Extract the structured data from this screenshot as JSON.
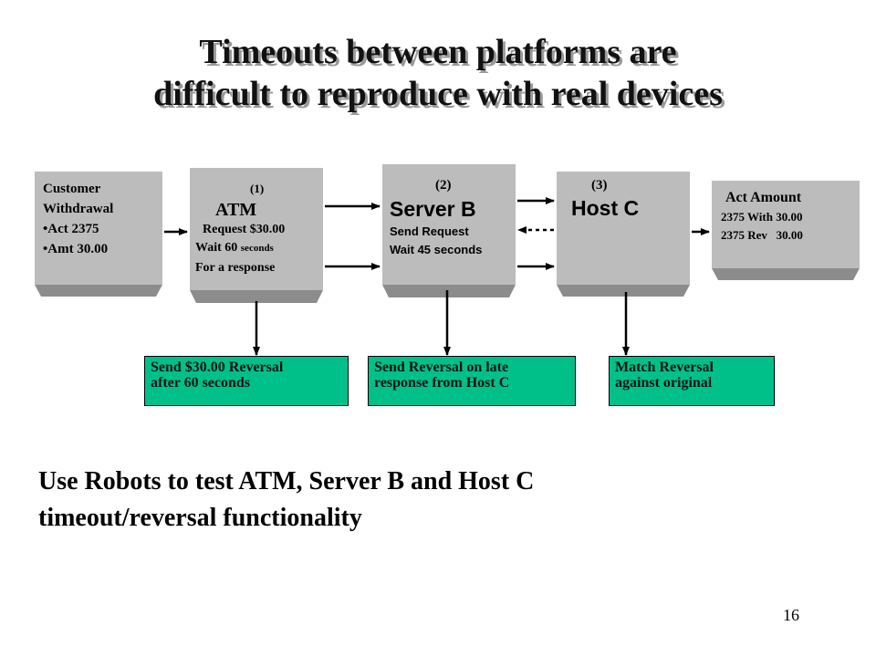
{
  "title": {
    "line1": "Timeouts between platforms are",
    "line2": "difficult to reproduce with real devices"
  },
  "customer": {
    "line1": "Customer",
    "line2": "Withdrawal",
    "line3": "•Act 2375",
    "line4": "•Amt 30.00"
  },
  "atm": {
    "step": "(1)",
    "name": "ATM",
    "line1": "Request $30.00",
    "line2_main": "Wait 60 ",
    "line2_small": "seconds",
    "line3": "For a response"
  },
  "server": {
    "step": "(2)",
    "name": "Server B",
    "line1": "Send Request",
    "line2": "Wait 45 seconds"
  },
  "host": {
    "step": "(3)",
    "name": "Host C"
  },
  "account": {
    "title": "Act Amount",
    "line1": "2375 With 30.00",
    "line2": "2375 Rev   30.00"
  },
  "notes": {
    "atm_l1": "Send $30.00 Reversal",
    "atm_l2": "after 60 seconds",
    "server_l1": "Send Reversal on late",
    "server_l2": "response from Host C",
    "host_l1": "Match Reversal",
    "host_l2": "against original"
  },
  "footer": {
    "line1": "Use Robots to test ATM, Server B and Host C",
    "line2": "timeout/reversal functionality"
  },
  "page_number": "16",
  "colors": {
    "box_face": "#bcbcbc",
    "box_side": "#8c8c8c",
    "box_top": "#e6e6e6",
    "note_fill": "#00c08a",
    "title_shadow": "#9a9a9a"
  }
}
